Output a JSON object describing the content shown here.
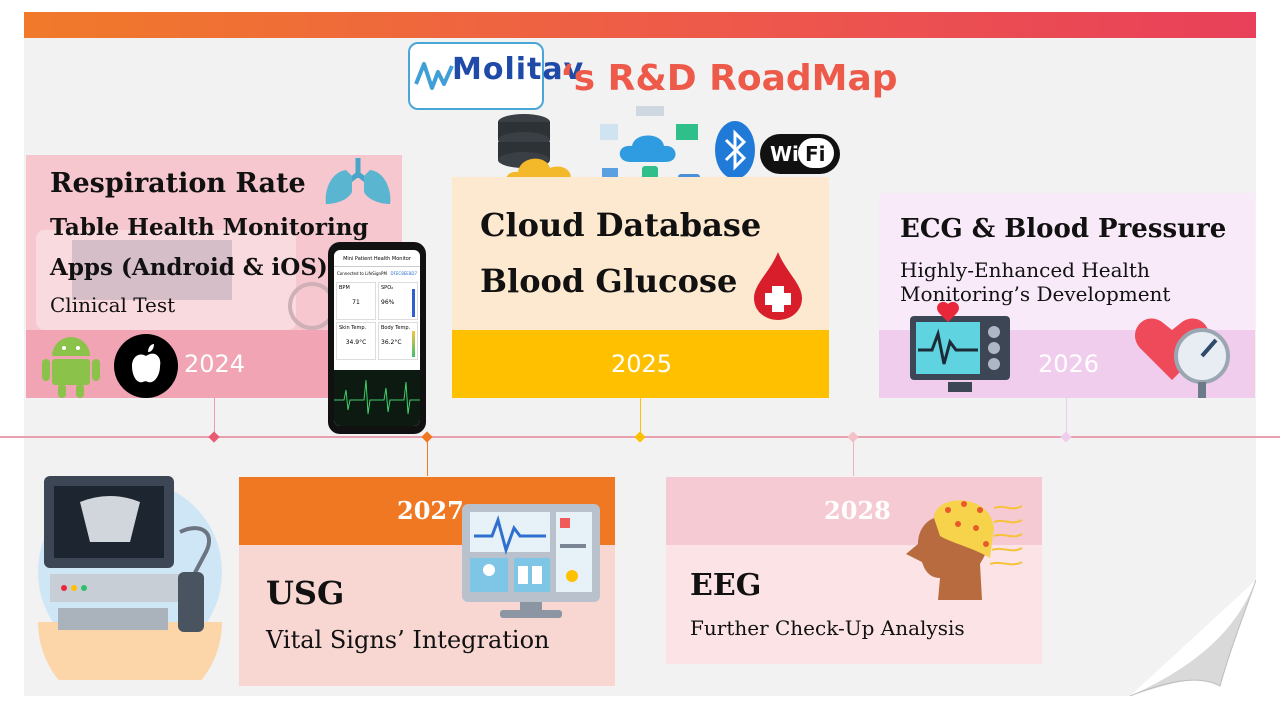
{
  "header": {
    "logo_text": "Molitav",
    "title": "‘s R&D RoadMap"
  },
  "timeline": [
    {
      "year": "2024",
      "heading": "Respiration Rate",
      "line1": "Table Health Monitoring",
      "line2": "Apps (Android & iOS),",
      "detail": "Clinical Test"
    },
    {
      "year": "2025",
      "heading": "Cloud Database",
      "line1": "Blood Glucose"
    },
    {
      "year": "2026",
      "heading": "ECG & Blood Pressure",
      "line1": "Highly-Enhanced Health",
      "line2": "Monitoring’s Development"
    },
    {
      "year": "2027",
      "heading": "USG",
      "line1": "Vital Signs’ Integration"
    },
    {
      "year": "2028",
      "heading": "EEG",
      "line1": "Further Check-Up Analysis"
    }
  ],
  "phone": {
    "app_title": "Mini Patient Health Monitor",
    "status": "Connected to LifeSignPM",
    "device_id": "DFEC8EE8D7",
    "tiles": [
      {
        "label": "BPM",
        "value": "71"
      },
      {
        "label": "SPO₂",
        "value": "96%"
      },
      {
        "label": "Skin Temp.",
        "value": "34.9°C"
      },
      {
        "label": "Body Temp.",
        "value": "36.2°C"
      }
    ]
  },
  "wifi": {
    "left": "Wi",
    "right": "Fi"
  },
  "colors": {
    "card_2024": "#f6c7cf",
    "band_2024": "#f0a0b0",
    "card_2025": "#fde9d0",
    "band_2025": "#ffc000",
    "card_2026": "#f8eaf8",
    "band_2026": "#f0cdec",
    "band_2027": "#f07822",
    "card_2027": "#f8d7d3",
    "band_2028": "#f6cad2",
    "card_2028": "#fbe3e6",
    "title": "#ee5a4a"
  }
}
